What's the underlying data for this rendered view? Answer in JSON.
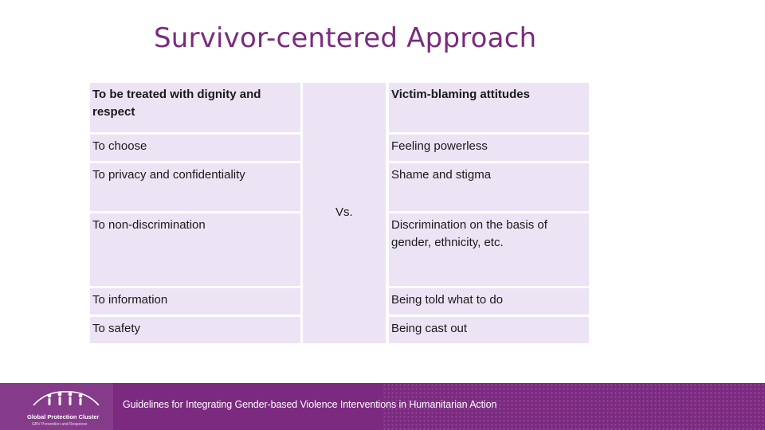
{
  "slide": {
    "title": "Survivor-centered Approach",
    "left_column": [
      {
        "text": "To be treated with dignity and respect",
        "bold": true
      },
      {
        "text": "To choose",
        "bold": false
      },
      {
        "text": "To privacy and confidentiality",
        "bold": false
      },
      {
        "text": "To non-discrimination",
        "bold": false
      },
      {
        "text": "To information",
        "bold": false
      },
      {
        "text": "To safety",
        "bold": false
      }
    ],
    "separator": "Vs.",
    "right_column": [
      {
        "text": "Victim-blaming attitudes",
        "bold": true
      },
      {
        "text": "Feeling powerless",
        "bold": false
      },
      {
        "text": "Shame and stigma",
        "bold": false
      },
      {
        "text": "Discrimination on the basis of gender, ethnicity, etc.",
        "bold": false
      },
      {
        "text": "Being told what to do",
        "bold": false
      },
      {
        "text": "Being cast out",
        "bold": false
      }
    ]
  },
  "footer": {
    "logo_name": "Global Protection Cluster",
    "logo_tagline": "GBV Prevention and Response",
    "text": "Guidelines for Integrating Gender-based Violence Interventions in Humanitarian Action",
    "colors": {
      "band": "#7b2a80",
      "accent_title": "#7a2b7e",
      "cell_fill": "#ece3f4"
    }
  }
}
